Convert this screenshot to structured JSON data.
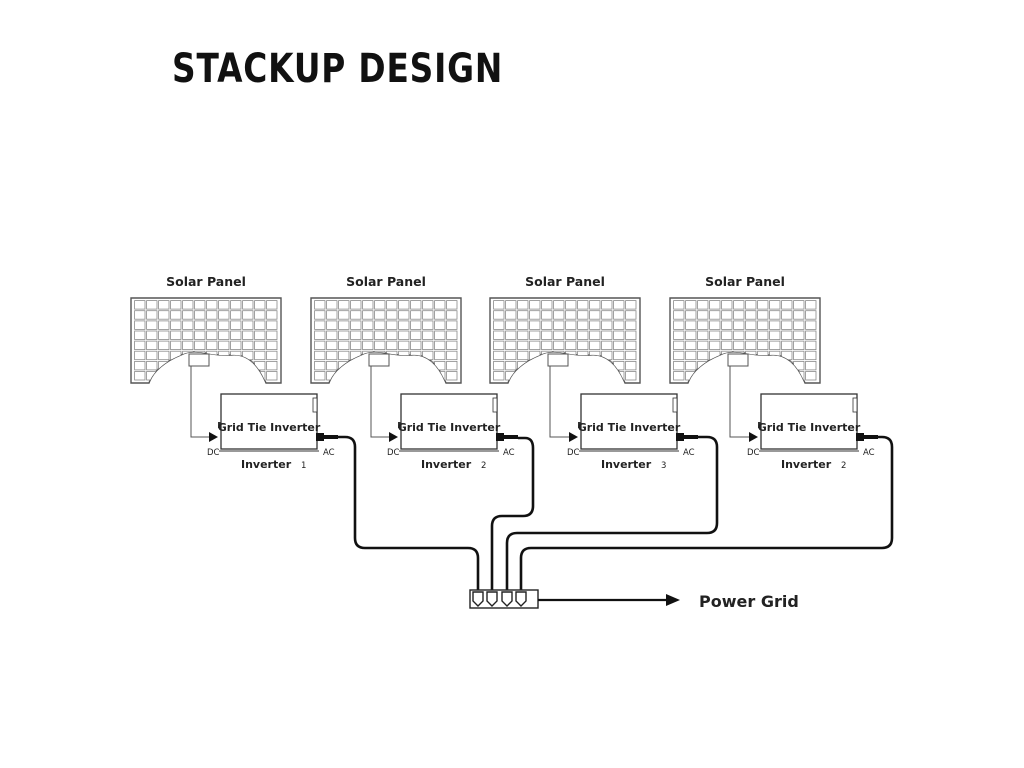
{
  "title": "STACKUP DESIGN",
  "units": [
    {
      "panel_label": "Solar Panel",
      "inverter_inner": "Grid Tie Inverter",
      "inverter_label": "Inverter",
      "inverter_number": "1",
      "dc": "DC",
      "ac": "AC"
    },
    {
      "panel_label": "Solar Panel",
      "inverter_inner": "Grid Tie Inverter",
      "inverter_label": "Inverter",
      "inverter_number": "2",
      "dc": "DC",
      "ac": "AC"
    },
    {
      "panel_label": "Solar Panel",
      "inverter_inner": "Grid Tie Inverter",
      "inverter_label": "Inverter",
      "inverter_number": "3",
      "dc": "DC",
      "ac": "AC"
    },
    {
      "panel_label": "Solar Panel",
      "inverter_inner": "Grid Tie Inverter",
      "inverter_label": "Inverter",
      "inverter_number": "2",
      "dc": "DC",
      "ac": "AC"
    }
  ],
  "grid_label": "Power Grid",
  "colors": {
    "line": "#111111",
    "panel_grid": "#8a8a8a",
    "background": "#ffffff"
  }
}
